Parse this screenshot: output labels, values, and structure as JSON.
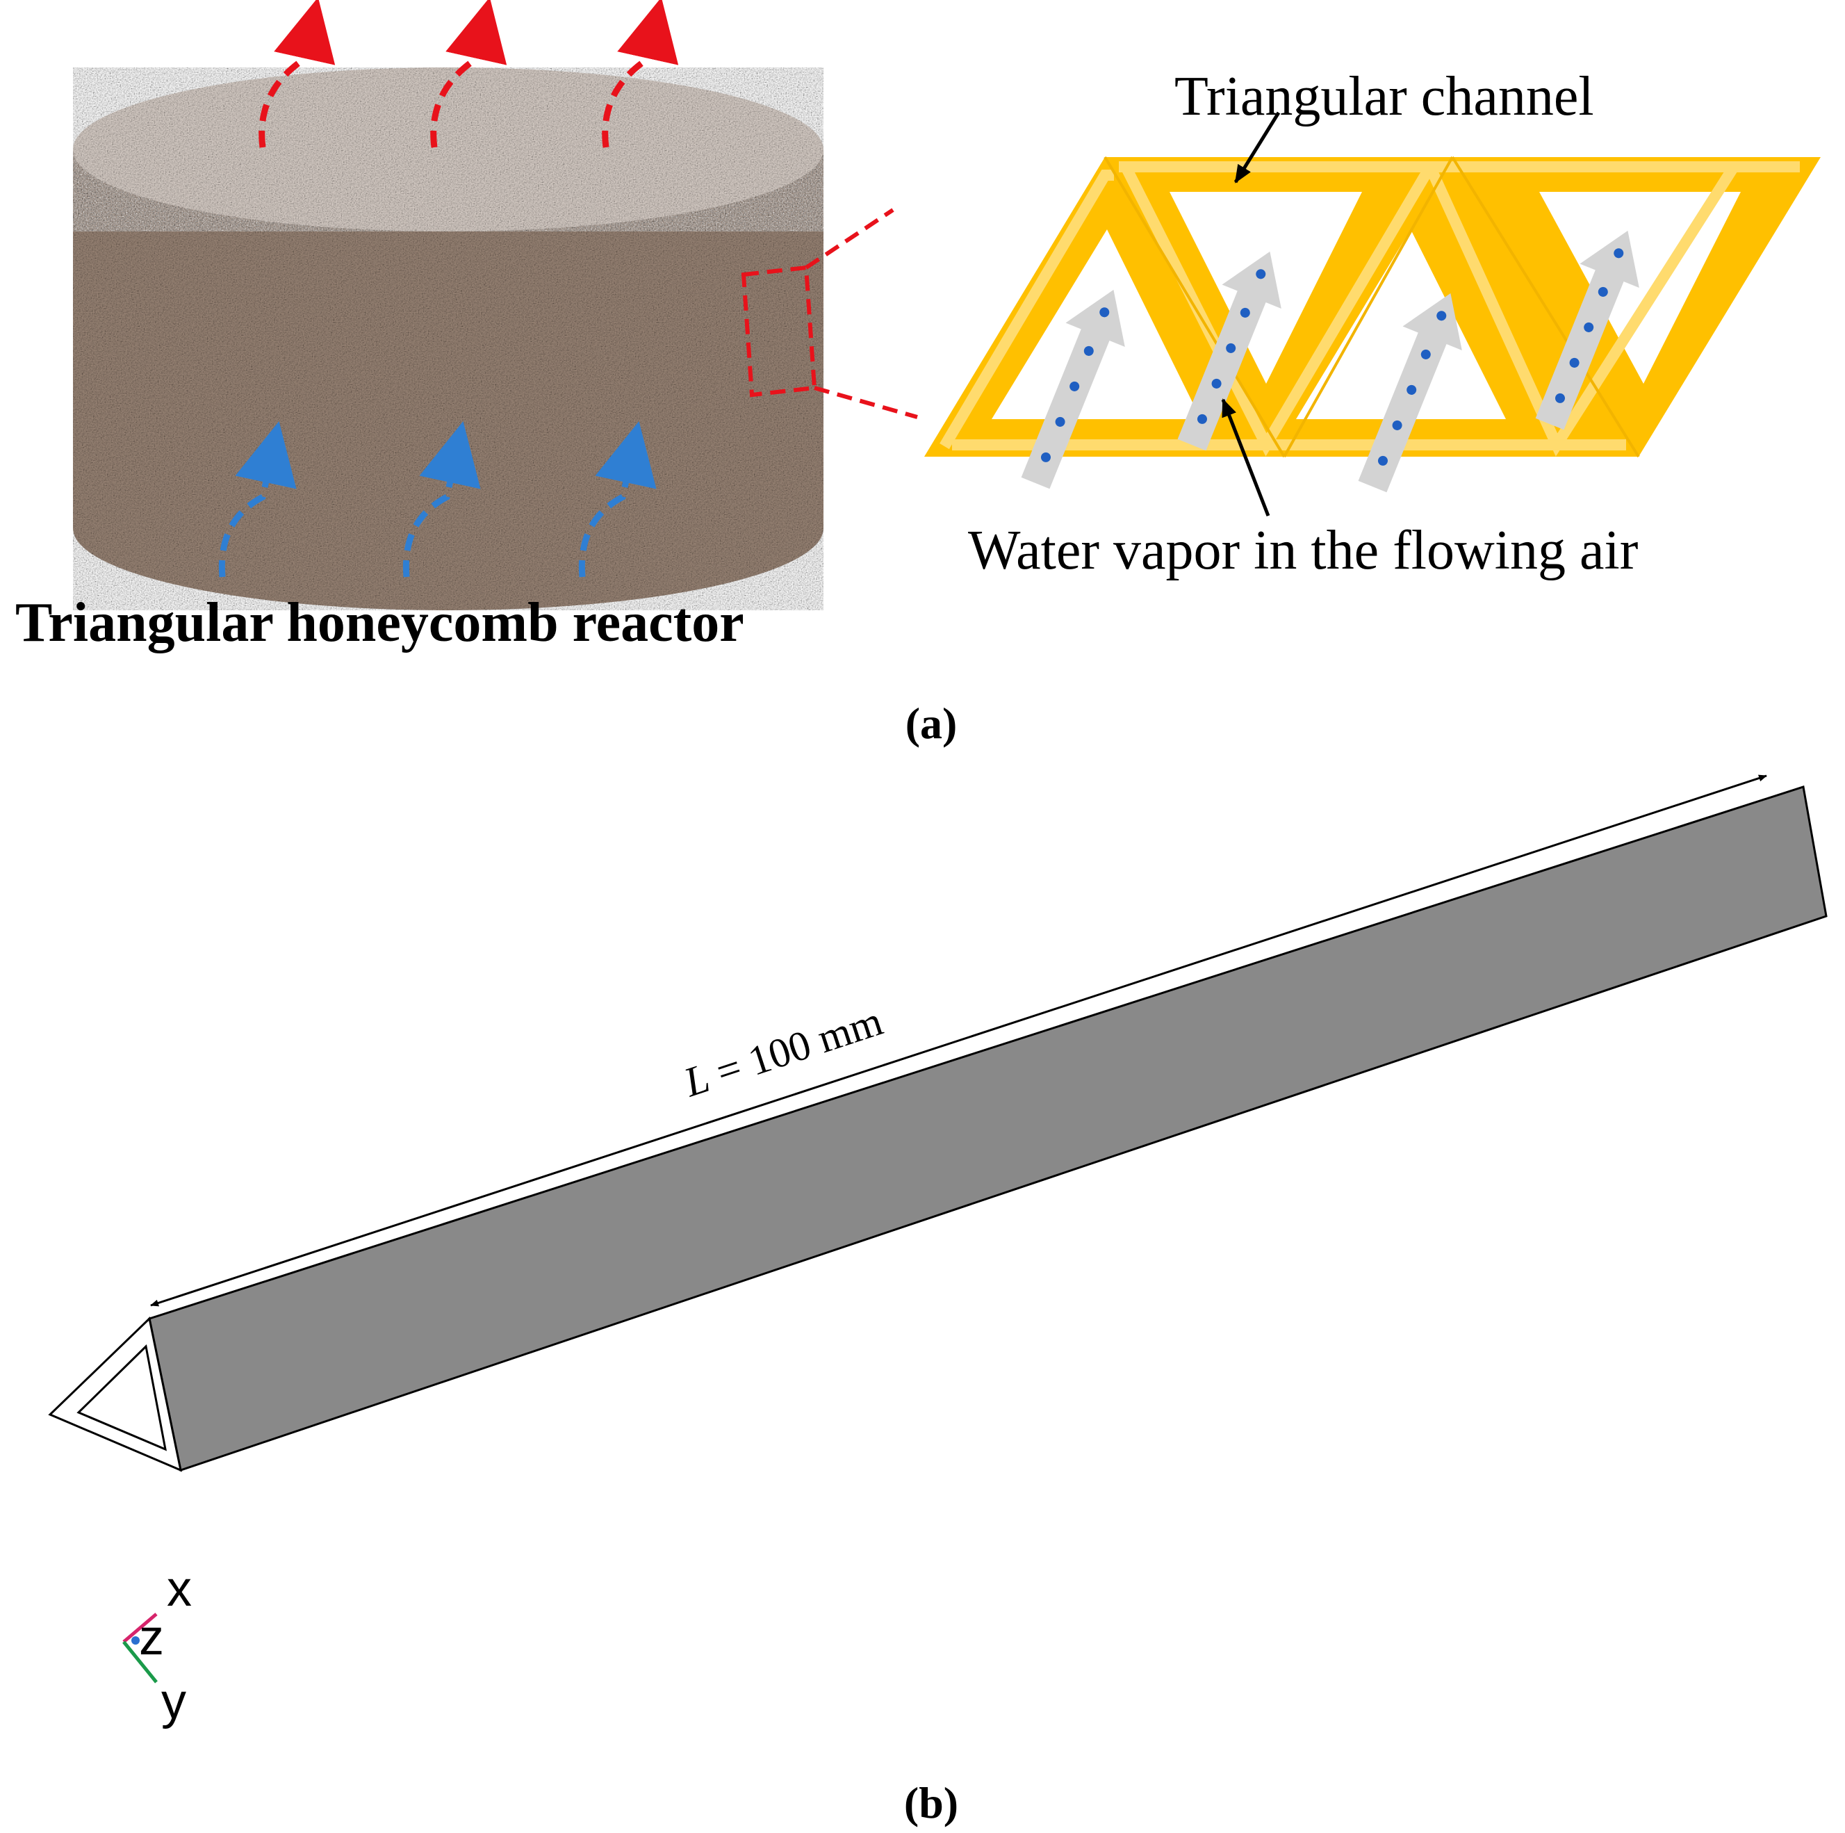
{
  "panel_a": {
    "reactor_label": "Triangular honeycomb reactor",
    "channel_label": "Triangular channel",
    "vapor_label": "Water vapor in the flowing air",
    "caption": "(a)",
    "colors": {
      "reactor_body": "#9a8576",
      "reactor_top": "#d9cfc8",
      "outflow_arrow": "#e8121b",
      "inflow_arrow": "#2f7fd3",
      "zoom_box": "#e8121b",
      "channel_frame_outer": "#ffc000",
      "channel_frame_inner": "#ffdb6e",
      "vapor_arrow": "#d3d3d3",
      "vapor_dot": "#1f5fc2"
    }
  },
  "panel_b": {
    "length_label_var": "L",
    "length_label_rest": " = 100 mm",
    "axis_x": "x",
    "axis_y": "y",
    "axis_z": "z",
    "caption": "(b)",
    "colors": {
      "channel_face": "#898989",
      "channel_edge": "#000000",
      "axis_x": "#d6246b",
      "axis_y": "#1a9a4a",
      "axis_z": "#2a6fd0"
    }
  }
}
